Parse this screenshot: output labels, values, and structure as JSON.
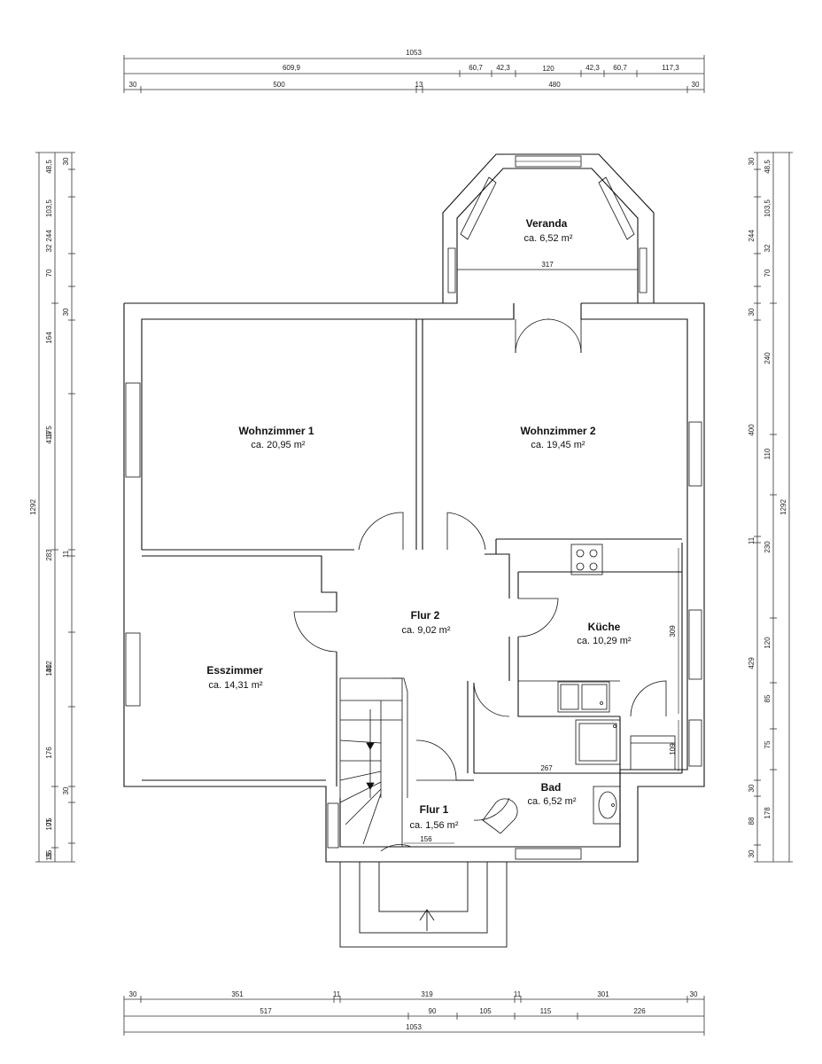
{
  "rooms": {
    "veranda": {
      "name": "Veranda",
      "area": "ca. 6,52 m²"
    },
    "wohnzimmer1": {
      "name": "Wohnzimmer 1",
      "area": "ca. 20,95 m²"
    },
    "wohnzimmer2": {
      "name": "Wohnzimmer 2",
      "area": "ca. 19,45 m²"
    },
    "esszimmer": {
      "name": "Esszimmer",
      "area": "ca. 14,31 m²"
    },
    "flur2": {
      "name": "Flur 2",
      "area": "ca. 9,02 m²"
    },
    "kueche": {
      "name": "Küche",
      "area": "ca. 10,29 m²"
    },
    "bad": {
      "name": "Bad",
      "area": "ca. 6,52 m²"
    },
    "flur1": {
      "name": "Flur 1",
      "area": "ca. 1,56 m²"
    }
  },
  "inner_dims": {
    "veranda_width": "317",
    "kitchen_height": "309",
    "bath_width": "267",
    "bath_side": "109",
    "flur1_width": "156"
  },
  "dims": {
    "top_total": "1053",
    "top_row2": [
      "609,9",
      "60,7",
      "42,3",
      "120",
      "42,3",
      "60,7",
      "117,3"
    ],
    "top_row3": [
      "30",
      "500",
      "13",
      "480",
      "30"
    ],
    "bottom_row1": [
      "30",
      "351",
      "11",
      "319",
      "11",
      "301",
      "30"
    ],
    "bottom_row2": [
      "517",
      "90",
      "105",
      "115",
      "226"
    ],
    "bottom_total": "1053",
    "left_outer": "1292",
    "left_mid": [
      "244",
      "419",
      "412",
      "101",
      "15"
    ],
    "left_inner": [
      "30",
      "48,5",
      "103,5",
      "32",
      "70",
      "30",
      "164",
      "175",
      "283",
      "11",
      "130",
      "176",
      "30",
      "75",
      "35"
    ],
    "right_inner": [
      "30",
      "48,5",
      "103,5",
      "244",
      "32",
      "70",
      "30",
      "400",
      "11",
      "429",
      "30",
      "88",
      "30"
    ],
    "right_mid": [
      "240",
      "110",
      "230",
      "120",
      "85",
      "75",
      "178"
    ],
    "right_outer": "1292"
  }
}
